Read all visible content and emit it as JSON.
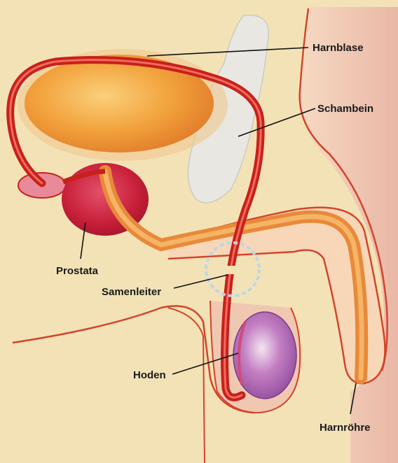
{
  "diagram": {
    "labels": {
      "harnblase": "Harnblase",
      "schambein": "Schambein",
      "prostata": "Prostata",
      "samenleiter": "Samenleiter",
      "hoden": "Hoden",
      "harnroehre": "Harnröhre"
    },
    "colors": {
      "background": "#f3e2b6",
      "skin_outline": "#d2452b",
      "vessel": "#c8201c",
      "bladder": "#f0a23a",
      "prostate": "#c8203a",
      "bone": "#e8e8e4",
      "testis": "#b46ab2",
      "pink_region": "#efc0b4",
      "highlight_circle": "#b9d8e6"
    }
  }
}
